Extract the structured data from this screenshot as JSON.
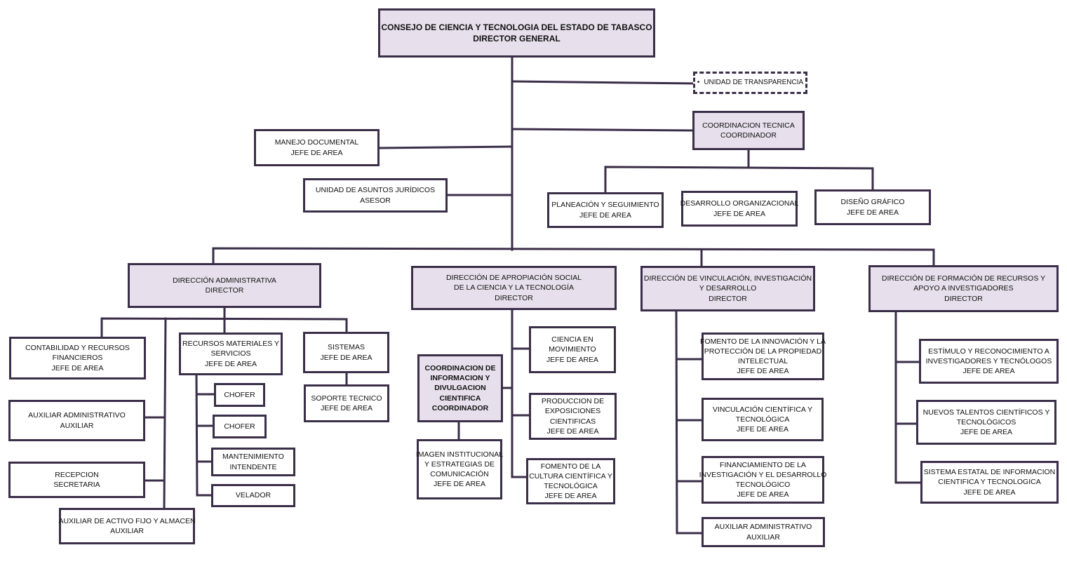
{
  "colors": {
    "line": "#3b2e48",
    "shade": "#e7e0ec",
    "text": "#111111"
  },
  "top": {
    "title": "CONSEJO DE CIENCIA Y TECNOLOGIA DEL ESTADO DE TABASCO",
    "role": "DIRECTOR GENERAL"
  },
  "transparencia": {
    "bullet": "•",
    "label": "UNIDAD DE TRANSPARENCIA"
  },
  "coord_tecnica": {
    "title": "COORDINACION TECNICA",
    "role": "COORDINADOR"
  },
  "manejo": {
    "title": "MANEJO DOCUMENTAL",
    "role": "JEFE DE AREA"
  },
  "juridicos": {
    "title": "UNIDAD DE ASUNTOS JURÍDICOS",
    "role": "ASESOR"
  },
  "planeacion": {
    "title": "PLANEACIÓN Y SEGUIMIENTO",
    "role": "JEFE DE AREA"
  },
  "desarrollo_org": {
    "title": "DESARROLLO ORGANIZACIONAL",
    "role": "JEFE DE AREA"
  },
  "diseno": {
    "title": "DISEÑO GRÁFICO",
    "role": "JEFE DE AREA"
  },
  "dir_admin": {
    "title": "DIRECCIÓN ADMINISTRATIVA",
    "role": "DIRECTOR"
  },
  "dir_apropiacion": {
    "title1": "DIRECCIÓN DE APROPIACIÓN SOCIAL",
    "title2": "DE LA CIENCIA Y LA TECNOLOGÍA",
    "role": "DIRECTOR"
  },
  "dir_vinculacion": {
    "title1": "DIRECCIÓN DE VINCULACIÓN, INVESTIGACIÓN",
    "title2": "Y DESARROLLO",
    "role": "DIRECTOR"
  },
  "dir_formacion": {
    "title1": "DIRECCIÓN DE FORMACIÓN DE RECURSOS Y",
    "title2": "APOYO A INVESTIGADORES",
    "role": "DIRECTOR"
  },
  "contabilidad": {
    "title1": "CONTABILIDAD Y RECURSOS",
    "title2": "FINANCIEROS",
    "role": "JEFE DE AREA"
  },
  "aux_admin": {
    "title": "AUXILIAR ADMINISTRATIVO",
    "role": "AUXILIAR"
  },
  "recepcion": {
    "title": "RECEPCION",
    "role": "SECRETARIA"
  },
  "aux_activo": {
    "title": "AUXILIAR DE ACTIVO FIJO Y ALMACEN",
    "role": "AUXILIAR"
  },
  "rec_materiales": {
    "title1": "RECURSOS MATERIALES Y",
    "title2": "SERVICIOS",
    "role": "JEFE DE AREA"
  },
  "chofer1": {
    "title": "CHOFER"
  },
  "chofer2": {
    "title": "CHOFER"
  },
  "mantenimiento": {
    "title": "MANTENIMIENTO",
    "role": "INTENDENTE"
  },
  "velador": {
    "title": "VELADOR"
  },
  "sistemas": {
    "title": "SISTEMAS",
    "role": "JEFE DE AREA"
  },
  "soporte": {
    "title": "SOPORTE TECNICO",
    "role": "JEFE DE AREA"
  },
  "coord_info": {
    "l1": "COORDINACION DE",
    "l2": "INFORMACION Y",
    "l3": "DIVULGACION",
    "l4": "CIENTIFICA",
    "role": "COORDINADOR"
  },
  "imagen": {
    "l1": "IMAGEN INSTITUCIONAL",
    "l2": "Y ESTRATEGIAS DE",
    "l3": "COMUNICACIÓN",
    "role": "JEFE DE AREA"
  },
  "ciencia_mov": {
    "l1": "CIENCIA EN",
    "l2": "MOVIMIENTO",
    "role": "JEFE DE AREA"
  },
  "produccion": {
    "l1": "PRODUCCION DE",
    "l2": "EXPOSICIONES",
    "l3": "CIENTIFICAS",
    "role": "JEFE DE AREA"
  },
  "fomento_cultura": {
    "l1": "FOMENTO DE LA",
    "l2": "CULTURA CIENTÍFICA Y",
    "l3": "TECNOLÓGICA",
    "role": "JEFE DE AREA"
  },
  "fomento_innov": {
    "l1": "FOMENTO DE LA INNOVACIÓN Y LA",
    "l2": "PROTECCIÓN DE LA PROPIEDAD",
    "l3": "INTELECTUAL",
    "role": "JEFE DE AREA"
  },
  "vinc_cient": {
    "l1": "VINCULACIÓN CIENTÍFICA Y",
    "l2": "TECNOLÓGICA",
    "role": "JEFE DE AREA"
  },
  "financiamiento": {
    "l1": "FINANCIAMIENTO DE LA",
    "l2": "INVESTIGACIÓN Y EL DESARROLLO",
    "l3": "TECNOLÓGICO",
    "role": "JEFE DE AREA"
  },
  "aux_admin2": {
    "title": "AUXILIAR ADMINISTRATIVO",
    "role": "AUXILIAR"
  },
  "estimulo": {
    "l1": "ESTÍMULO Y RECONOCIMIENTO A",
    "l2": "INVESTIGADORES Y TECNÓLOGOS",
    "role": "JEFE DE AREA"
  },
  "nuevos": {
    "l1": "NUEVOS TALENTOS CIENTÍFICOS Y",
    "l2": "TECNOLÓGICOS",
    "role": "JEFE DE AREA"
  },
  "sistema_estatal": {
    "l1": "SISTEMA ESTATAL DE INFORMACION",
    "l2": "CIENTIFICA Y TECNOLOGICA",
    "role": "JEFE DE AREA"
  }
}
